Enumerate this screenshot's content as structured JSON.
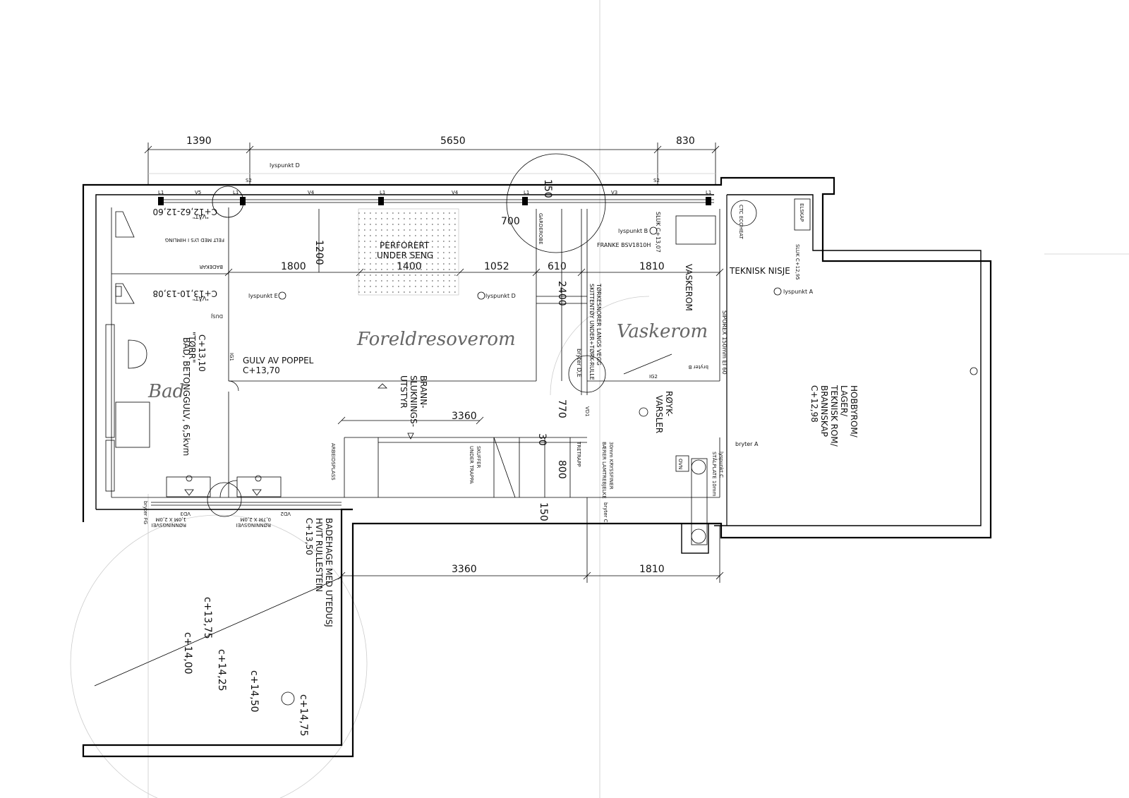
{
  "rooms": {
    "bad": "Bad",
    "foreldresoverom": "Foreldresoverom",
    "vaskerom": "Vaskerom"
  },
  "dims": {
    "top": [
      "1390",
      "5650",
      "830"
    ],
    "interior": [
      "1800",
      "1400",
      "1052",
      "610",
      "1810",
      "1200",
      "700",
      "2400",
      "150",
      "770",
      "3360",
      "30",
      "800",
      "150"
    ],
    "bottom": [
      "3360",
      "1810"
    ]
  },
  "labels": {
    "lyspunkt_d_top": "lyspunkt D",
    "lyspunkt_e": "lyspunkt E",
    "lyspunkt_d": "lyspunkt D",
    "lyspunkt_b": "lyspunkt B",
    "lyspunkt_a": "lyspunkt A",
    "lyspunkt_c": "lyspunkt C",
    "perforert_1": "PERFORERT",
    "perforert_2": "UNDER SENG",
    "garderobe": "GARDEROBE",
    "franke": "FRANKE BSV1810H",
    "sluk_1307": "SLUK C+13,07",
    "sluk_1296": "SLUK C+12,95",
    "teknisk_nisje": "TEKNISK NISJE",
    "elskap": "ELSKAP",
    "ctc": "CTC ECOHEAT",
    "vat1_a": "\"VÅT\"",
    "vat1_b": "C+12,62-12,60",
    "felt": "FELT MED LYS I HIMLING",
    "badekar": "BADEKAR",
    "vat2_a": "\"VÅT\"",
    "vat2_b": "C+13,10-13,08",
    "dusj": "DUSJ",
    "torr_a": "\"TØRR\"",
    "torr_b": "C+13,10",
    "bad_betong": "BAD, BETONGGULV, 6,5kvm",
    "gulv_poppel": "GULV AV POPPEL",
    "gulv_kote": "C+13,70",
    "brann_1": "BRANN-",
    "brann_2": "SLUKNINGS-",
    "brann_3": "UTSTYR",
    "vaskerom_v": "VASKEROM",
    "tork_1": "TØRKESNORER LANGS VEGG",
    "tork_2": "SKITTENTØY UNDER+TØRK-RULLE",
    "siporex": "SIPOREX 150mm EI 60",
    "bryter_b": "bryter B",
    "bryter_de": "bryter D,E",
    "royk_1": "RØYK-",
    "royk_2": "VARSLER",
    "hobby_1": "HOBBYROM/",
    "hobby_2": "LAGER/",
    "hobby_3": "TEKNISK ROM/",
    "hobby_4": "BRANNSKAP",
    "hobby_5": "C+12,98",
    "bryter_a": "bryter A",
    "arbeidsplass": "ARBEIDSPLASS",
    "skuffer_1": "SKUFFER",
    "skuffer_2": "UNDER TRAPPA",
    "tretrapp": "TRETRAPP",
    "kryss_1": "30mm KRYSSFINER",
    "kryss_2": "BÆRER LAMTREBJELKE",
    "ovn": "OVN",
    "stalplate": "STÅLPLATE 10mm",
    "bryter_fg": "bryter FG",
    "bryter_c": "bryter C",
    "ronning1": "RØNNINGSVEI",
    "ronning1b": "1,0M X 2,0M",
    "ronning2": "RØNNINGSVEI",
    "ronning2b": "0,7M X 2,0M",
    "badehage_1": "BADEHAGE MED UTEDUSJ",
    "badehage_2": "HVIT RULLESTEIN",
    "badehage_3": "C+13,50",
    "k1375": "c+13,75",
    "k1400": "c+14,00",
    "k1425": "c+14,25",
    "k1450": "c+14,50",
    "k1475": "c+14,75",
    "ig1": "IG1",
    "ig2": "IG2",
    "l1": "L1",
    "v5": "V5",
    "v4": "V4",
    "v3": "V3",
    "s2": "S2",
    "vd1": "VD1",
    "vd2": "VD2",
    "vd3": "VD3"
  }
}
